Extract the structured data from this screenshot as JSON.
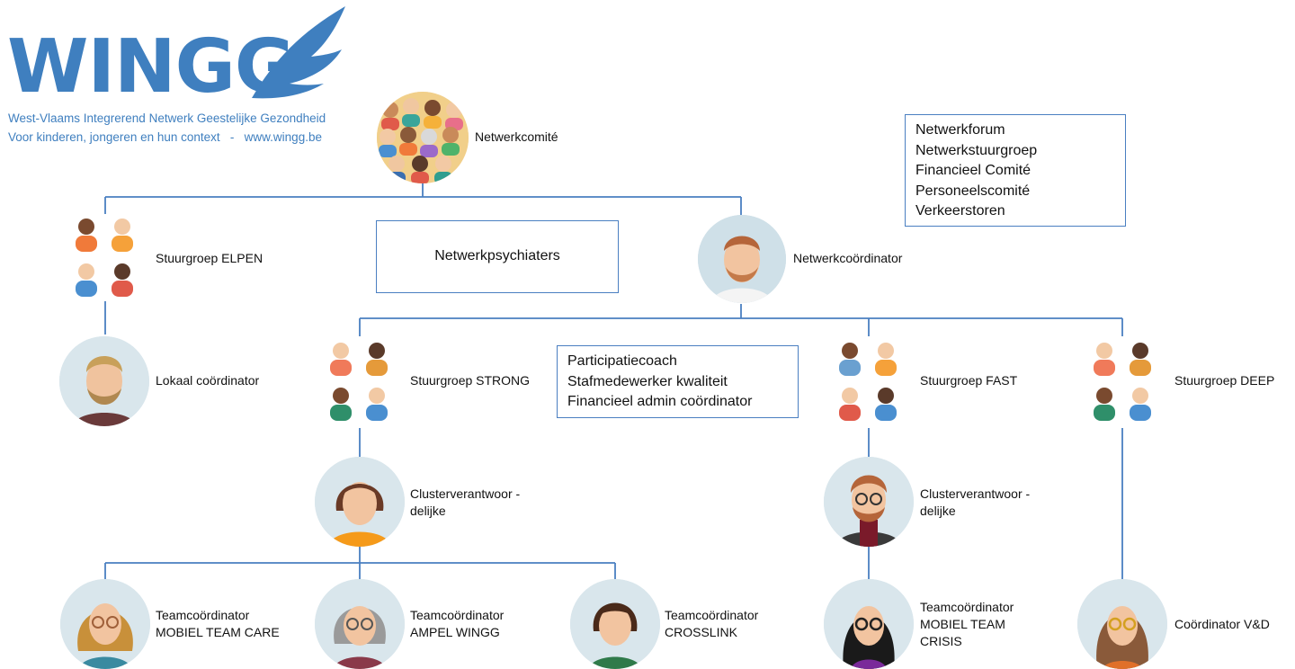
{
  "logo": {
    "wordmark": "WINGG",
    "tagline_1": "West-Vlaams Integrerend Netwerk Geestelijke Gezondheid",
    "tagline_2": "Voor kinderen, jongeren en hun context   -   www.wingg.be",
    "color": "#3f7fbf"
  },
  "colors": {
    "connector": "#4a7fc1",
    "box_border": "#4a7fc1"
  },
  "nodes": {
    "netwerkcomite": "Netwerkcomité",
    "stuurgroep_elpen": "Stuurgroep ELPEN",
    "netwerkcoordinator": "Netwerkcoördinator",
    "lokaal_coordinator": "Lokaal coördinator",
    "stuurgroep_strong": "Stuurgroep STRONG",
    "stuurgroep_fast": "Stuurgroep FAST",
    "stuurgroep_deep": "Stuurgroep DEEP",
    "cluster_strong": [
      "Clusterverantwoor -",
      "delijke"
    ],
    "cluster_fast": [
      "Clusterverantwoor -",
      "delijke"
    ],
    "team_care": [
      "Teamcoördinator",
      "MOBIEL TEAM CARE"
    ],
    "team_ampel": [
      "Teamcoördinator",
      "AMPEL WINGG"
    ],
    "team_crosslink": [
      "Teamcoördinator",
      "CROSSLINK"
    ],
    "team_crisis": [
      "Teamcoördinator",
      "MOBIEL TEAM",
      "CRISIS"
    ],
    "coordinator_vd": "Coördinator V&D"
  },
  "boxes": {
    "netwerk_psychiaters": "Netwerkpsychiaters",
    "forum_list": [
      "Netwerkforum",
      "Netwerkstuurgroep",
      "Financieel Comité",
      "Personeelscomité",
      "Verkeerstoren"
    ],
    "staff_list": [
      "Participatiecoach",
      "Stafmedewerker kwaliteit",
      "Financieel admin coördinator"
    ]
  }
}
